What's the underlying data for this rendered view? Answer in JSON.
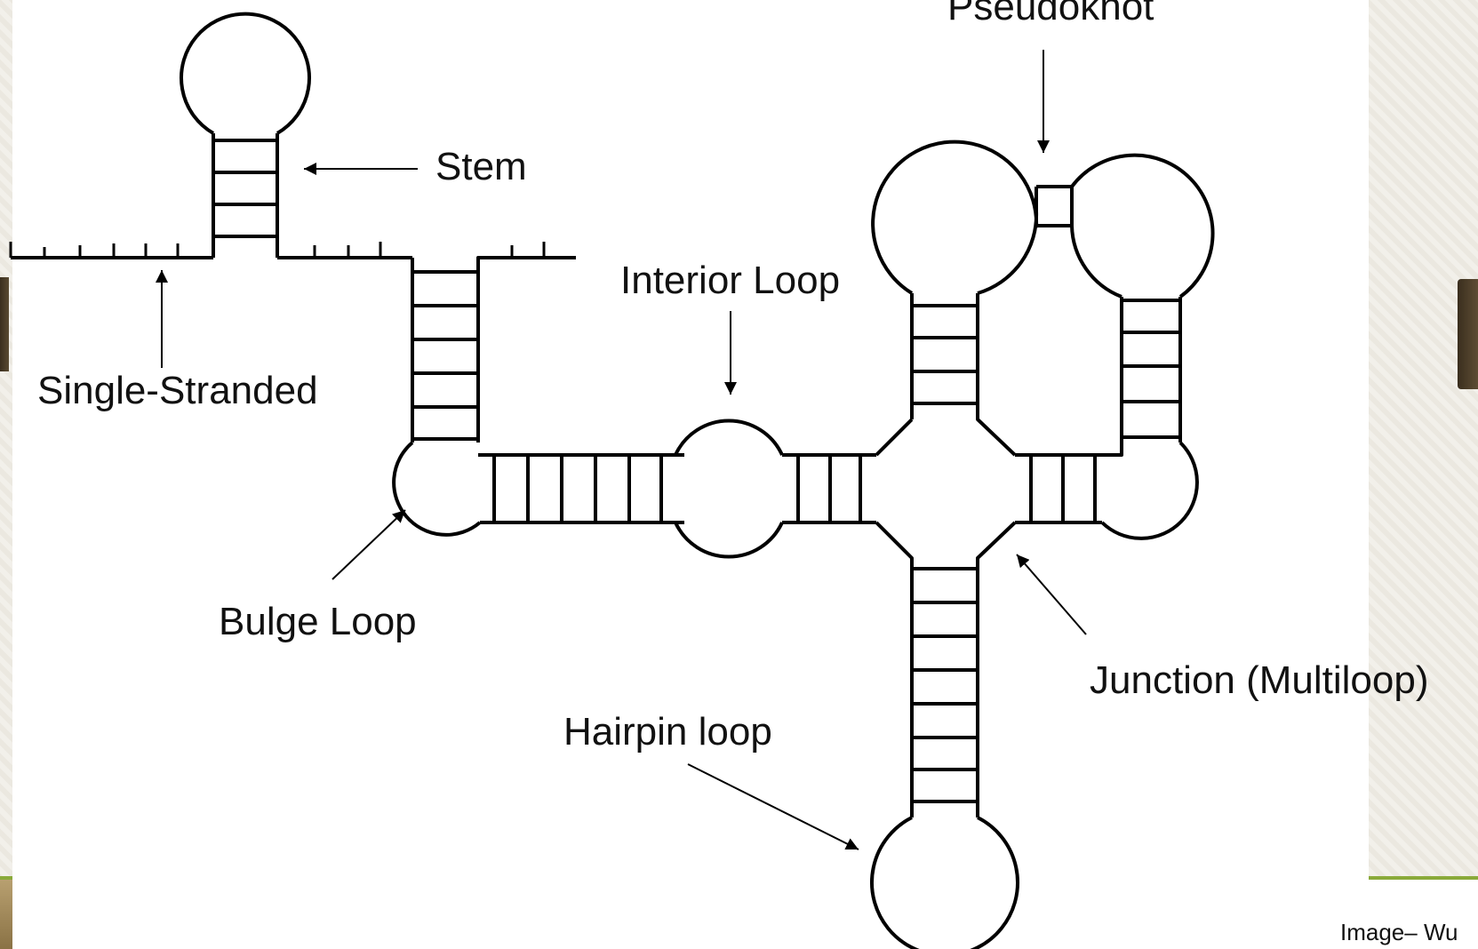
{
  "labels": {
    "pseudoknot": "Pseudoknot",
    "stem": "Stem",
    "interior_loop": "Interior Loop",
    "single_stranded": "Single-Stranded",
    "bulge_loop": "Bulge Loop",
    "junction": "Junction (Multiloop)",
    "hairpin_loop": "Hairpin loop"
  },
  "credit": "Image– Wu"
}
